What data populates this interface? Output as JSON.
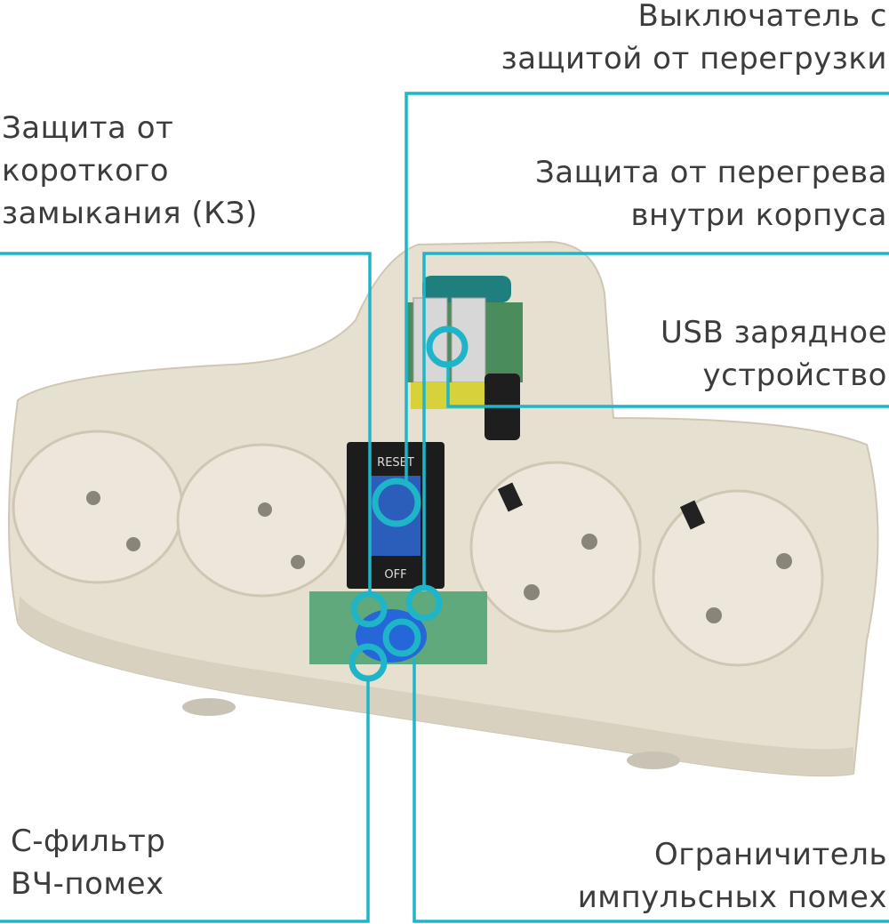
{
  "callouts": {
    "switch": {
      "line1": "Выключатель с",
      "line2": "защитой от перегрузки"
    },
    "short_circuit": {
      "line1": "Защита от",
      "line2": "короткого",
      "line3": "замыкания (КЗ)"
    },
    "overheat": {
      "line1": "Защита от перегрева",
      "line2": "внутри корпуса"
    },
    "usb": {
      "line1": "USB зарядное",
      "line2": "устройство"
    },
    "c_filter": {
      "line1": "С-фильтр",
      "line2": "ВЧ-помех"
    },
    "surge_limiter": {
      "line1": "Ограничитель",
      "line2": "импульсных помех"
    }
  },
  "device": {
    "switch_top": "RESET",
    "switch_bottom": "OFF"
  },
  "colors": {
    "accent": "#1fb5c9",
    "body": "#e8e2d4",
    "text": "#3c3c3c"
  }
}
